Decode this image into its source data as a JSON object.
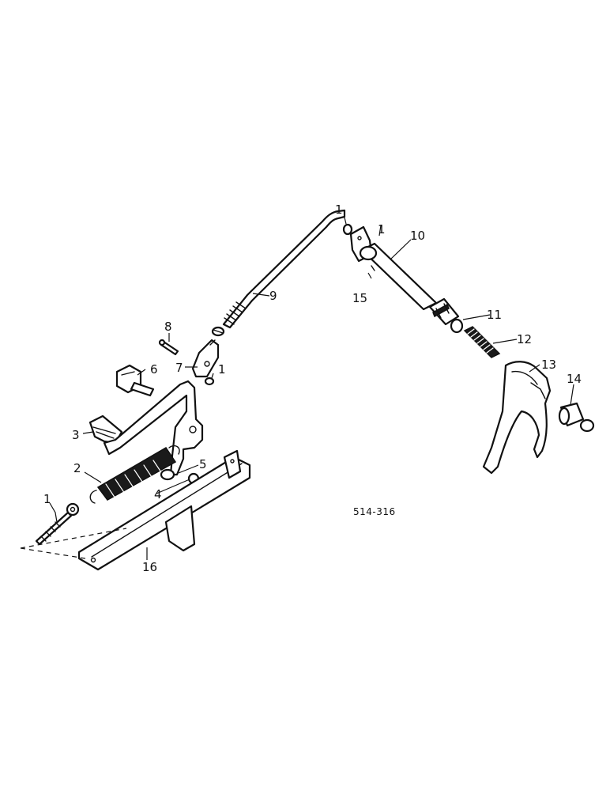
{
  "diagram": {
    "reference_code": "514-316",
    "callouts": {
      "c1_eyebolt": "1",
      "c1_washer_top": "1",
      "c1_pin_bracket": "1",
      "c1_clevis_washer": "1",
      "c2": "2",
      "c3": "3",
      "c4": "4",
      "c5": "5",
      "c6": "6",
      "c7": "7",
      "c8": "8",
      "c9": "9",
      "c10": "10",
      "c11": "11",
      "c12": "12",
      "c13": "13",
      "c14": "14",
      "c15": "15",
      "c16": "16"
    }
  }
}
